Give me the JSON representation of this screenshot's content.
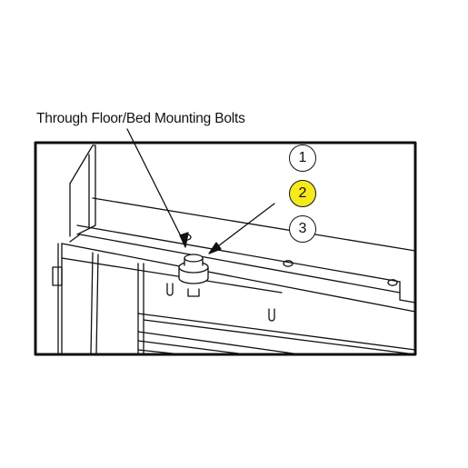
{
  "caption": "Through Floor/Bed Mounting Bolts",
  "steps": [
    {
      "label": "1",
      "state": "normal"
    },
    {
      "label": "2",
      "state": "active"
    },
    {
      "label": "3",
      "state": "normal"
    }
  ],
  "colors": {
    "active_step": "#f4ea1d",
    "line": "#111111"
  },
  "icons": [
    "mounting-bolt-icon",
    "arrow-icon"
  ]
}
